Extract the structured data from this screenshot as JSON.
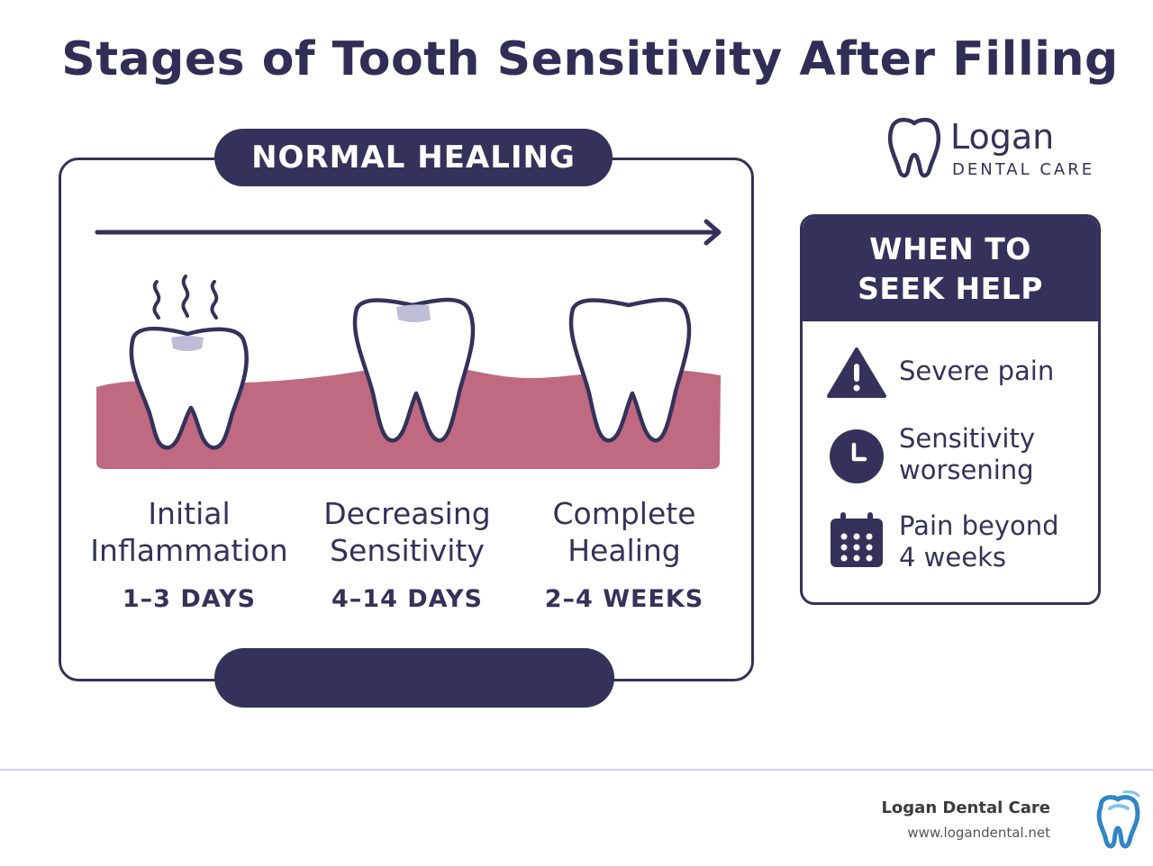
{
  "title": "Stages of Tooth Sensitivity After Filling",
  "normal_healing": {
    "label": "NORMAL HEALING",
    "stages": [
      {
        "name_line1": "Initial",
        "name_line2": "Inflammation",
        "duration": "1–3 DAYS"
      },
      {
        "name_line1": "Decreasing",
        "name_line2": "Sensitivity",
        "duration": "4–14 DAYS"
      },
      {
        "name_line1": "Complete",
        "name_line2": "Healing",
        "duration": "2–4 WEEKS"
      }
    ]
  },
  "brand": {
    "name": "Logan",
    "subtitle": "DENTAL CARE"
  },
  "help": {
    "title_line1": "WHEN TO",
    "title_line2": "SEEK HELP",
    "items": [
      {
        "icon": "warning-icon",
        "line1": "Severe pain",
        "line2": ""
      },
      {
        "icon": "clock-icon",
        "line1": "Sensitivity",
        "line2": "worsening"
      },
      {
        "icon": "calendar-icon",
        "line1": "Pain beyond",
        "line2": "4 weeks"
      }
    ]
  },
  "footer": {
    "name": "Logan Dental Care",
    "url": "www.logandental.net"
  },
  "colors": {
    "navy": "#34325a",
    "gum": "#bf6a80",
    "filling": "#bdbdd8"
  }
}
